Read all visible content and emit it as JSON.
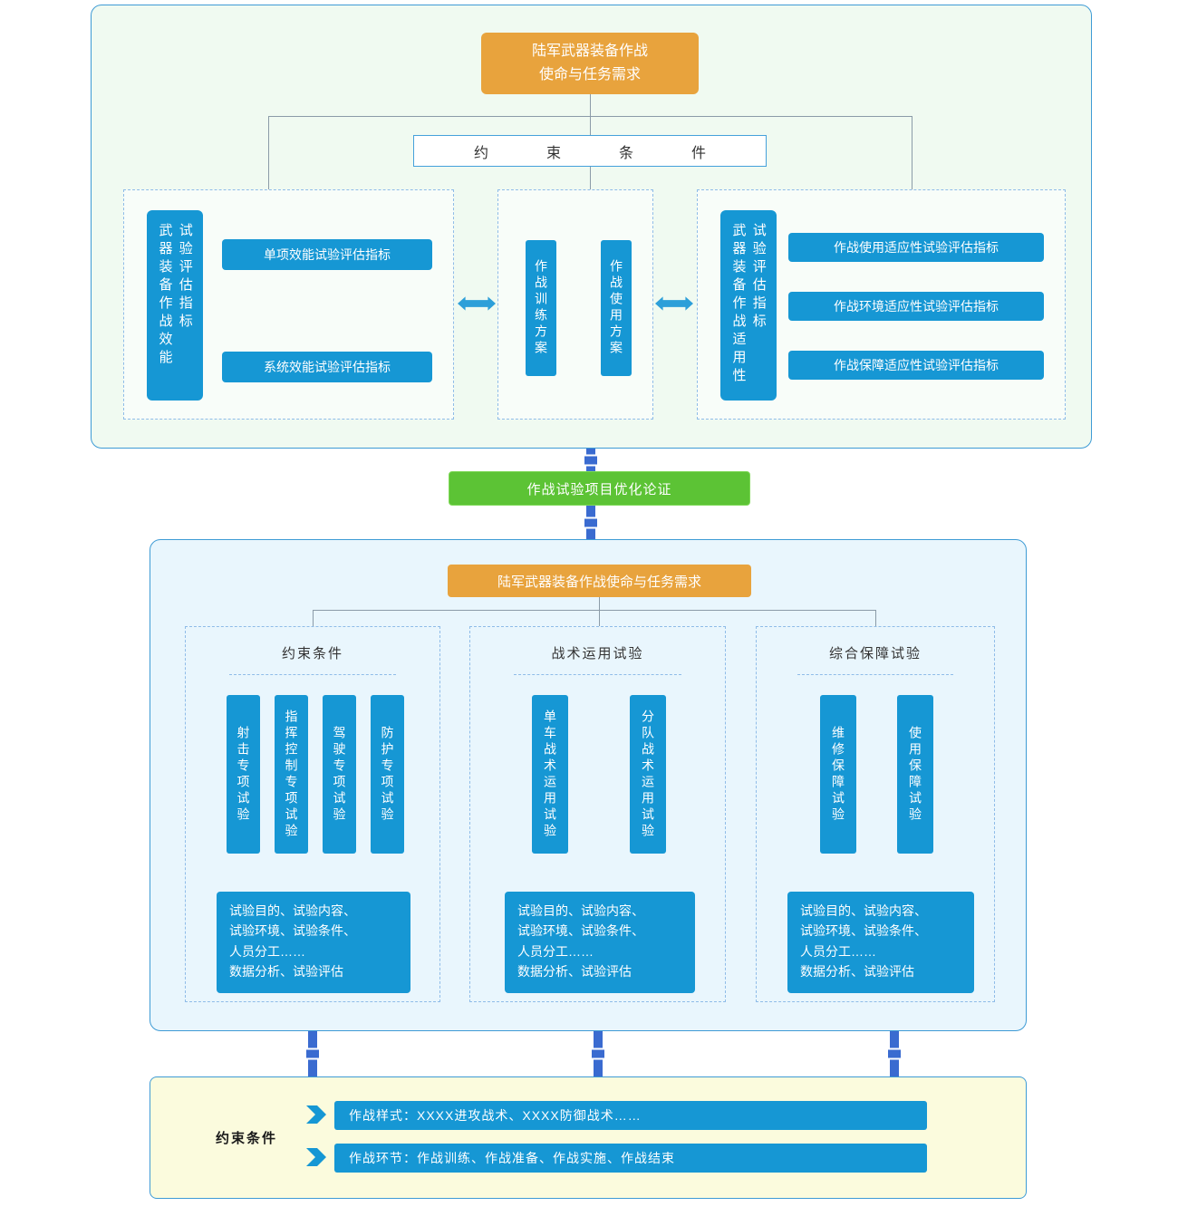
{
  "top": {
    "root": {
      "label": "陆军武器装备作战\n使命与任务需求"
    },
    "constraint_box": {
      "label": "约束条件"
    },
    "effectiveness_panel": {
      "side_label_primary": "武器装备作战效能",
      "side_label_secondary": "试验评估指标",
      "items": [
        "单项效能试验评估指标",
        "系统效能试验评估指标"
      ]
    },
    "plan_panel": {
      "items": [
        "作战训练方案",
        "作战使用方案"
      ]
    },
    "suitability_panel": {
      "side_label_primary": "武器装备作战适用性",
      "side_label_secondary": "试验评估指标",
      "items": [
        "作战使用适应性试验评估指标",
        "作战环境适应性试验评估指标",
        "作战保障适应性试验评估指标"
      ]
    }
  },
  "optimization": {
    "label": "作战试验项目优化论证"
  },
  "middle": {
    "root": {
      "label": "陆军武器装备作战使命与任务需求"
    },
    "panels": [
      {
        "title": "约束条件",
        "columns": [
          "射击专项试验",
          "指挥控制专项试验",
          "驾驶专项试验",
          "防护专项试验"
        ],
        "detail": "试验目的、试验内容、\n试验环境、试验条件、\n人员分工……\n数据分析、试验评估"
      },
      {
        "title": "战术运用试验",
        "columns": [
          "单车战术运用试验",
          "分队战术运用试验"
        ],
        "detail": "试验目的、试验内容、\n试验环境、试验条件、\n人员分工……\n数据分析、试验评估"
      },
      {
        "title": "综合保障试验",
        "columns": [
          "维修保障试验",
          "使用保障试验"
        ],
        "detail": "试验目的、试验内容、\n试验环境、试验条件、\n人员分工……\n数据分析、试验评估"
      }
    ]
  },
  "bottom": {
    "label": "约束条件",
    "rows": [
      "作战样式：XXXX进攻战术、XXXX防御战术……",
      "作战环节：作战训练、作战准备、作战实施、作战结束"
    ]
  },
  "colors": {
    "box_blue": "#1697D4",
    "box_orange": "#E8A33D",
    "box_green": "#5CC335",
    "connector_blue": "#3A6BD0",
    "container_border_blue": "#3E9BD5"
  }
}
